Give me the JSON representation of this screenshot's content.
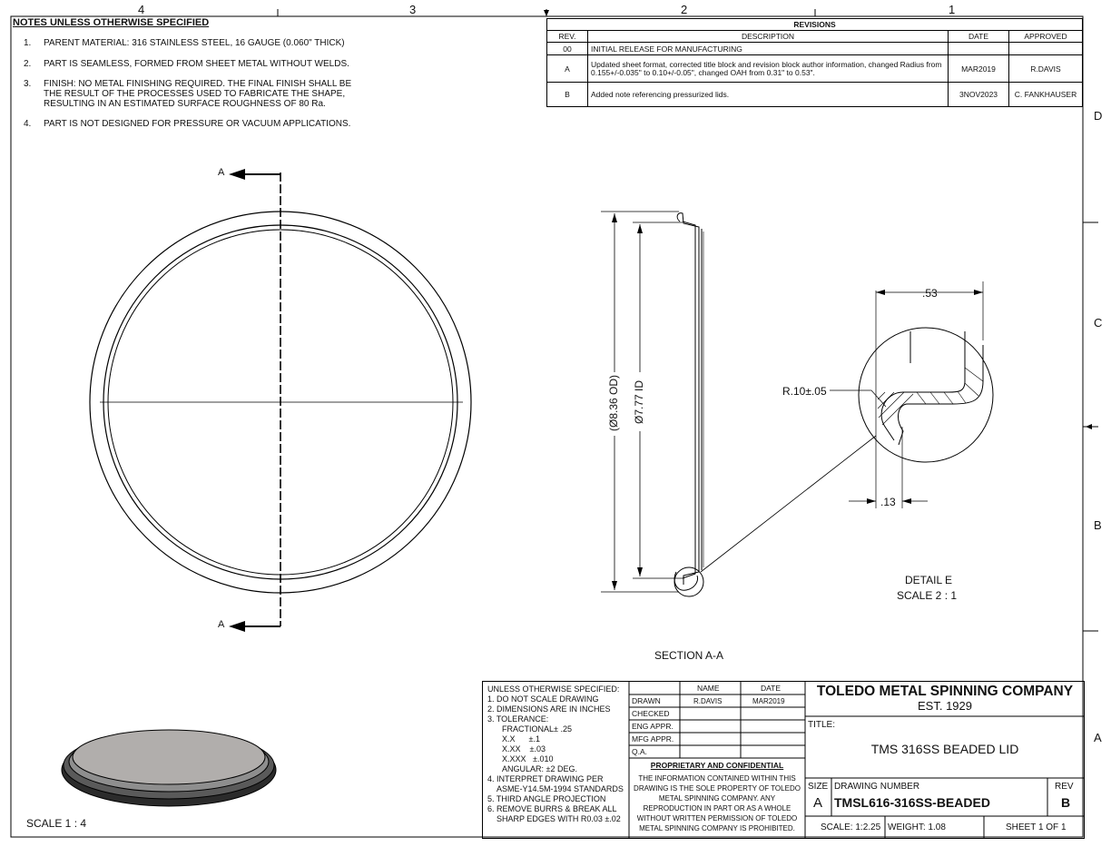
{
  "zones": {
    "top": [
      "4",
      "3",
      "2",
      "1"
    ],
    "right": [
      "D",
      "C",
      "B",
      "A"
    ]
  },
  "notes": {
    "title": "NOTES UNLESS OTHERWISE SPECIFIED",
    "items": [
      {
        "num": "1.",
        "text": "PARENT MATERIAL: 316 STAINLESS STEEL, 16 GAUGE (0.060\" THICK)"
      },
      {
        "num": "2.",
        "text": "PART IS SEAMLESS, FORMED FROM SHEET METAL WITHOUT WELDS."
      },
      {
        "num": "3.",
        "text": "FINISH: NO METAL FINISHING REQUIRED.  THE FINAL FINISH SHALL BE THE RESULT OF THE PROCESSES USED TO FABRICATE THE SHAPE, RESULTING IN AN ESTIMATED SURFACE ROUGHNESS OF 80 Ra."
      },
      {
        "num": "4.",
        "text": "PART IS NOT DESIGNED FOR PRESSURE OR VACUUM APPLICATIONS."
      }
    ]
  },
  "revisions": {
    "title": "REVISIONS",
    "headers": [
      "REV.",
      "DESCRIPTION",
      "DATE",
      "APPROVED"
    ],
    "rows": [
      {
        "rev": "00",
        "desc": "INITIAL RELEASE FOR MANUFACTURING",
        "date": "",
        "approved": ""
      },
      {
        "rev": "A",
        "desc": "Updated sheet format, corrected title block and revision block author information, changed Radius from 0.155+/-0.035\" to 0.10+/-0.05\", changed OAH from 0.31\" to 0.53\".",
        "date": "MAR2019",
        "approved": "R.DAVIS"
      },
      {
        "rev": "B",
        "desc": "Added note referencing pressurized lids.",
        "date": "3NOV2023",
        "approved": "C. FANKHAUSER"
      }
    ]
  },
  "views": {
    "section_marker": "A",
    "section_label": "SECTION A-A",
    "od_dim": "(Ø8.36 OD)",
    "id_dim": "Ø7.77 ID",
    "detail_label": "DETAIL E",
    "detail_scale": "SCALE 2 : 1",
    "dim_53": ".53",
    "dim_13": ".13",
    "radius": "R.10±.05",
    "iso_scale": "SCALE 1 : 4"
  },
  "title_block": {
    "general_notes": [
      "UNLESS OTHERWISE SPECIFIED:",
      "1. DO NOT SCALE DRAWING",
      "2. DIMENSIONS ARE IN INCHES",
      "3. TOLERANCE:",
      "FRACTIONAL± .25",
      "X.X      ±.1",
      "X.XX    ±.03",
      "X.XXX   ±.010",
      "ANGULAR: ±2 DEG.",
      "4. INTERPRET DRAWING PER",
      "ASME-Y14.5M-1994 STANDARDS",
      "5. THIRD ANGLE PROJECTION",
      "6. REMOVE BURRS & BREAK ALL",
      "SHARP EDGES WITH R0.03 ±.02"
    ],
    "approvals": {
      "col_name": "NAME",
      "col_date": "DATE",
      "rows": [
        {
          "role": "DRAWN",
          "name": "R.DAVIS",
          "date": "MAR2019"
        },
        {
          "role": "CHECKED",
          "name": "",
          "date": ""
        },
        {
          "role": "ENG APPR.",
          "name": "",
          "date": ""
        },
        {
          "role": "MFG APPR.",
          "name": "",
          "date": ""
        },
        {
          "role": "Q.A.",
          "name": "",
          "date": ""
        }
      ]
    },
    "proprietary_title": "PROPRIETARY AND CONFIDENTIAL",
    "proprietary_text": "THE INFORMATION CONTAINED WITHIN THIS DRAWING IS THE SOLE PROPERTY OF TOLEDO METAL SPINNING COMPANY.  ANY REPRODUCTION IN PART OR AS A WHOLE WITHOUT WRITTEN PERMISSION OF TOLEDO METAL SPINNING COMPANY IS PROHIBITED.",
    "company": "TOLEDO METAL SPINNING COMPANY",
    "est": "EST. 1929",
    "title_label": "TITLE:",
    "title": "TMS 316SS BEADED LID",
    "size_label": "SIZE",
    "size": "A",
    "dwg_no_label": "DRAWING NUMBER",
    "dwg_no": "TMSL616-316SS-BEADED",
    "rev_label": "REV",
    "rev": "B",
    "scale": "SCALE: 1:2.25",
    "weight": "WEIGHT: 1.08",
    "sheet": "SHEET 1 OF 1"
  }
}
